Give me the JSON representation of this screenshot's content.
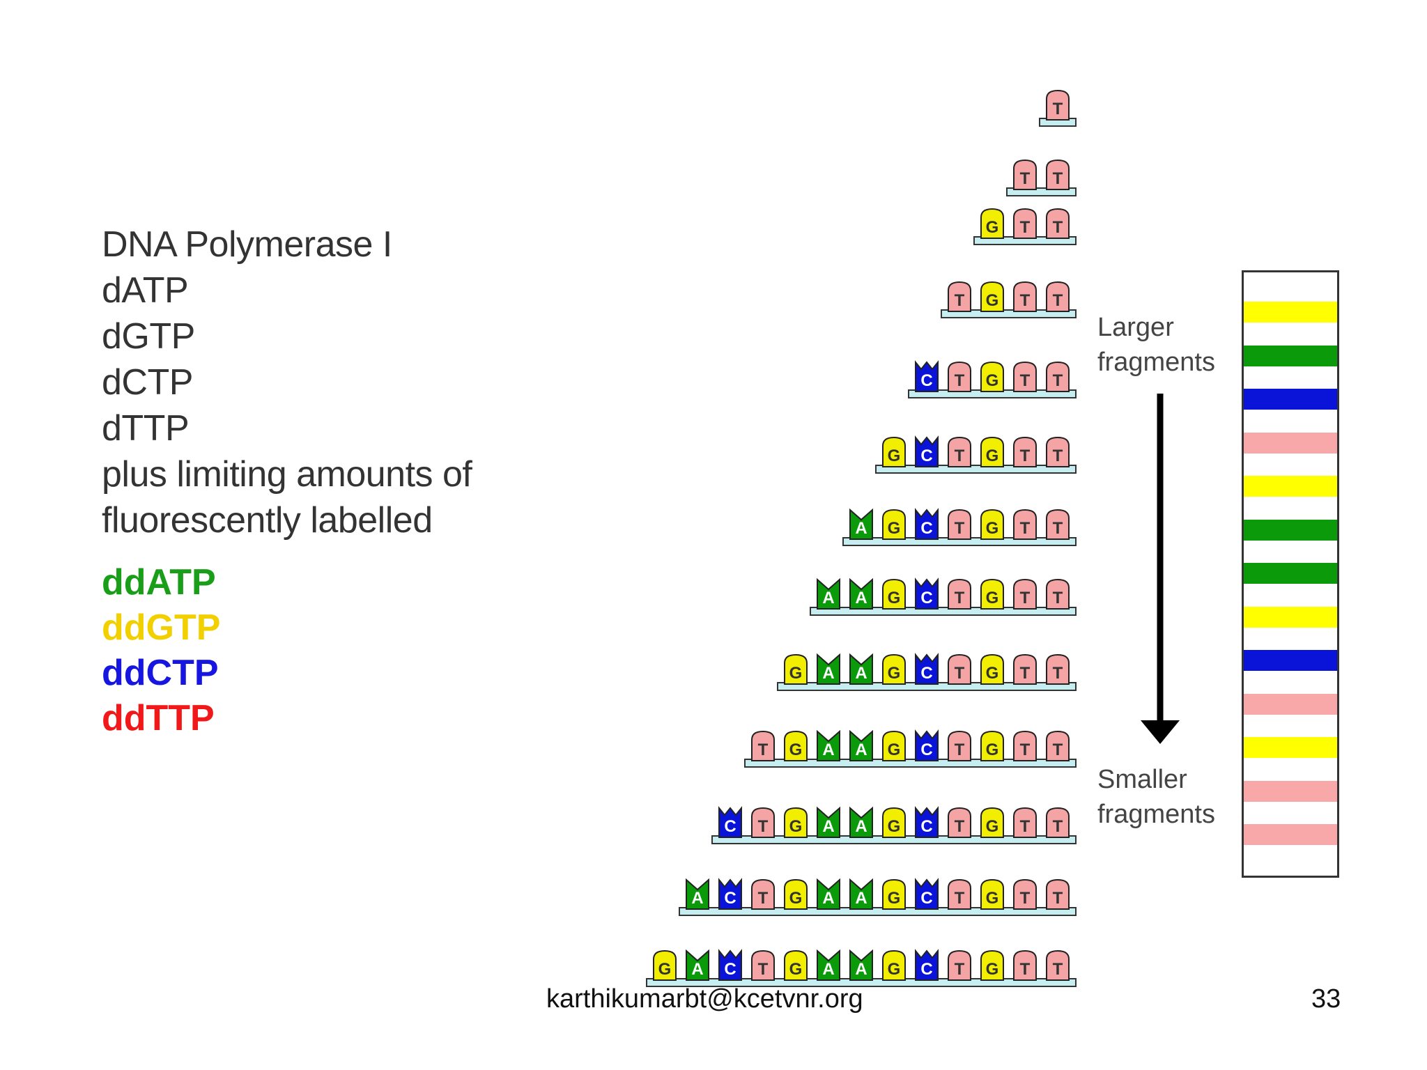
{
  "reagents": [
    "DNA Polymerase I",
    "dATP",
    "dGTP",
    "dCTP",
    "dTTP",
    "plus limiting amounts of",
    "fluorescently labelled"
  ],
  "dideoxy": [
    {
      "label": "ddATP",
      "color": "#1a9e1a"
    },
    {
      "label": "ddGTP",
      "color": "#f2d000"
    },
    {
      "label": "ddCTP",
      "color": "#1616e0"
    },
    {
      "label": "ddTTP",
      "color": "#f01818"
    }
  ],
  "base_colors": {
    "A": "#0a9a0a",
    "G": "#f2ee00",
    "C": "#0a14d8",
    "T": "#f4a4a4"
  },
  "fragments": [
    "T",
    "TT",
    "GTT",
    "TGTT",
    "CTGTT",
    "GCTGTT",
    "AGCTGTT",
    "AAGCTGTT",
    "GAAGCTGTT",
    "TGAAGCTGTT",
    "CTGAAGCTGTT",
    "ACTGAAGCTGTT",
    "GACTGAAGCTGTT"
  ],
  "gel_labels": {
    "larger": [
      "Larger",
      "fragments"
    ],
    "smaller": [
      "Smaller",
      "fragments"
    ]
  },
  "gel_bands": [
    "yellow",
    "green",
    "blue",
    "pink",
    "yellow",
    "green",
    "green",
    "yellow",
    "blue",
    "pink",
    "yellow",
    "pink",
    "pink"
  ],
  "band_colors": {
    "yellow": "#ffff00",
    "green": "#0a9a0a",
    "blue": "#0a14d8",
    "pink": "#f8a8a8"
  },
  "footer": {
    "email": "karthikumarbt@kcetvnr.org",
    "page": "33"
  }
}
